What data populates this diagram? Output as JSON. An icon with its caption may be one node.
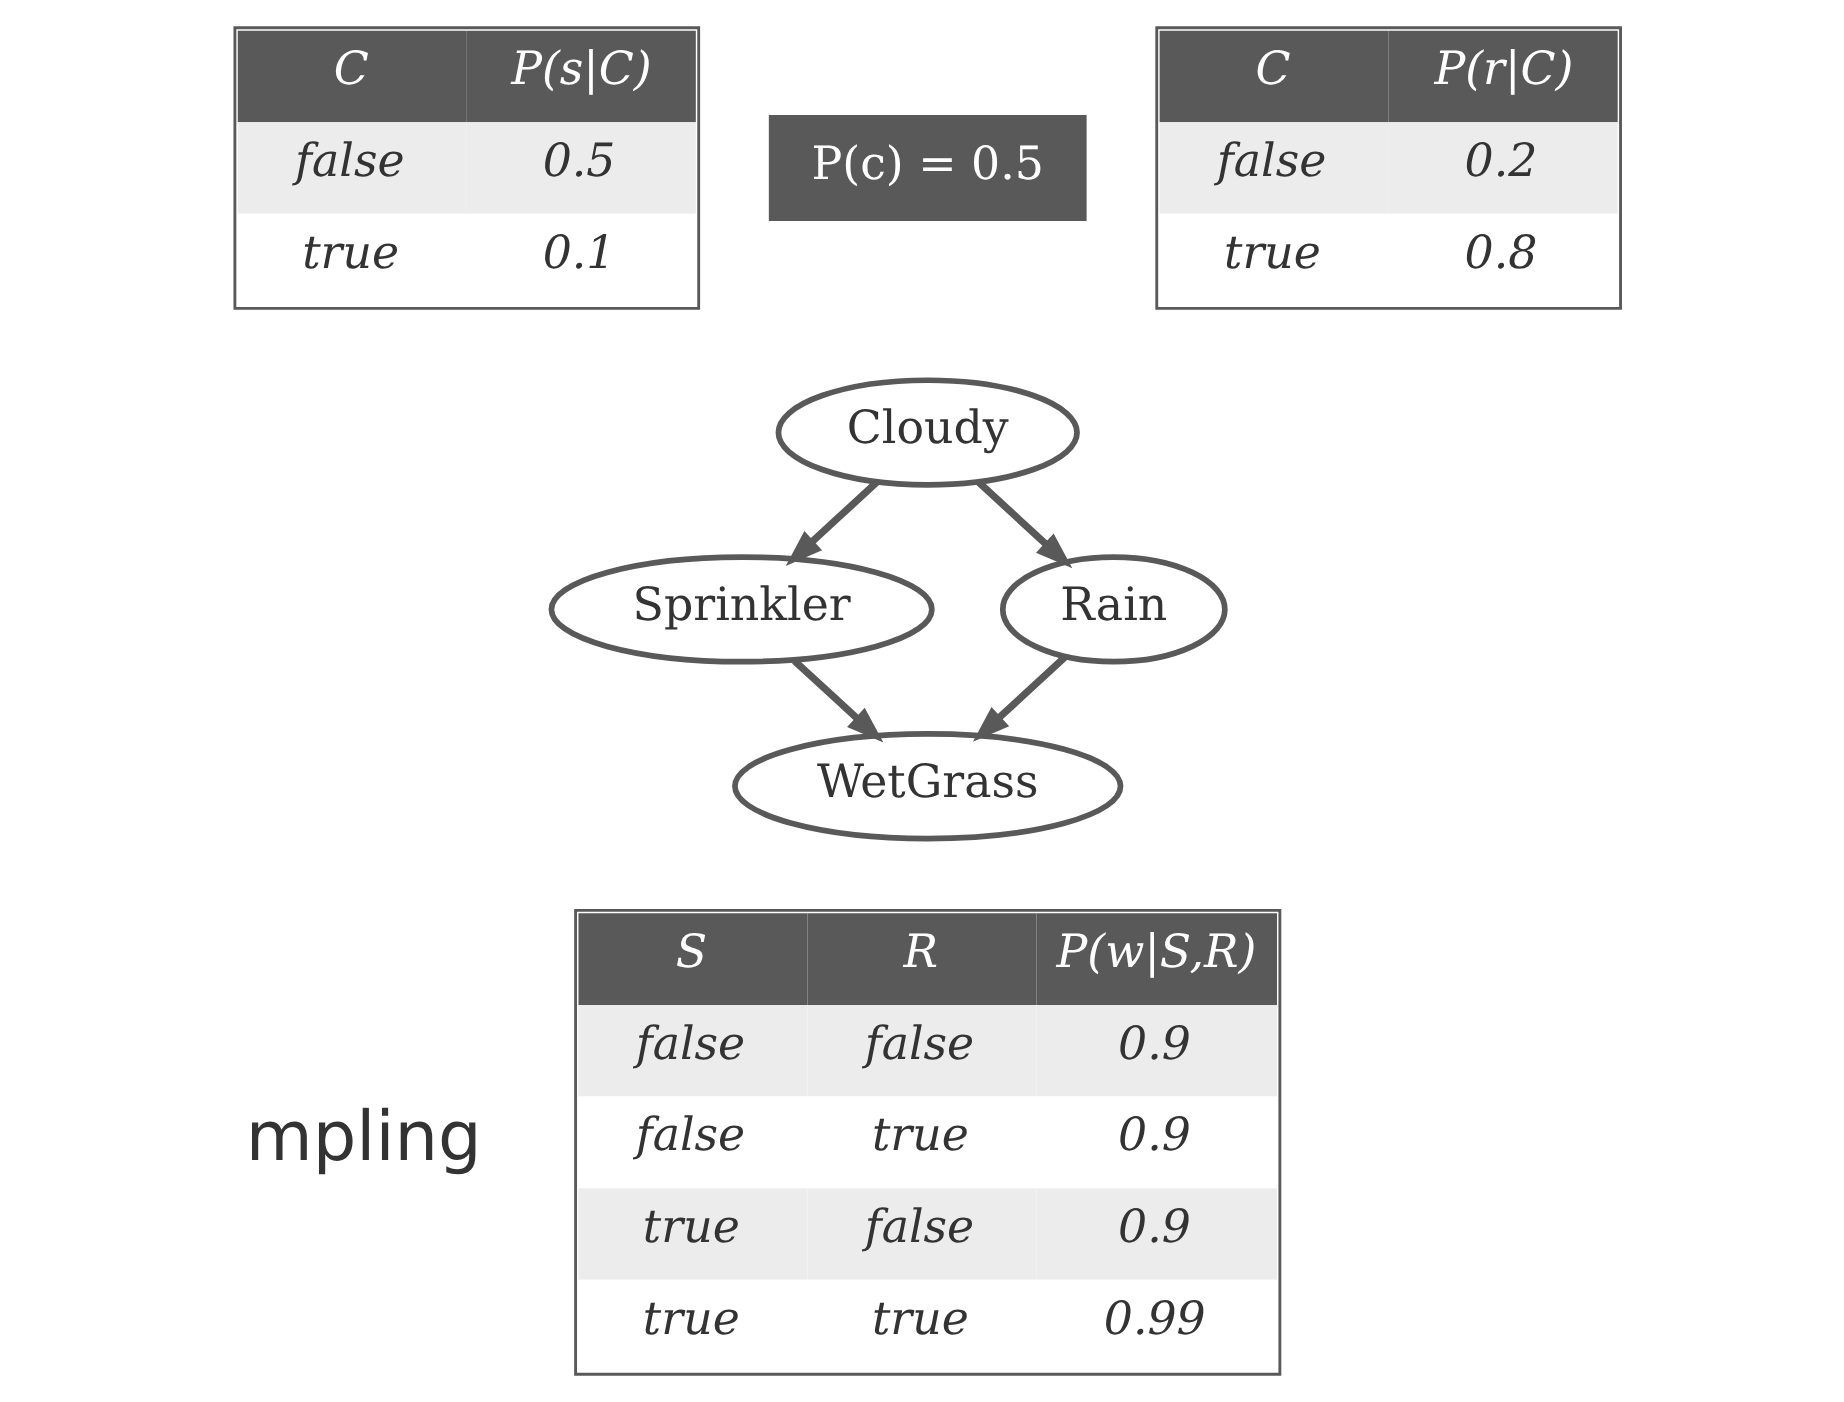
{
  "diagram": {
    "nodes": [
      {
        "text": [
          "C",
          "P(s|C)",
          "false",
          "0.5",
          "true",
          "0.1"
        ]
      },
      {
        "text": [
          "P(c) = 0.5"
        ]
      },
      {
        "text": [
          "C",
          "P(r|C)",
          "false",
          "0.2",
          "true",
          "0.8"
        ]
      },
      {
        "text": [
          "Cloudy"
        ]
      },
      {
        "text": [
          "Sprinkler"
        ]
      },
      {
        "text": [
          "Rain"
        ]
      },
      {
        "text": [
          "WetGrass"
        ]
      },
      {
        "text": [
          "S",
          "R",
          "P(w|S,R)",
          "false",
          "false",
          "0.9",
          "false",
          "true",
          "0.9",
          "true",
          "false",
          "0.9",
          "true",
          "true",
          "0.99"
        ]
      }
    ],
    "edges": [
      {
        "from": 3,
        "to": 4,
        "arrow": "to"
      },
      {
        "from": 3,
        "to": 5,
        "arrow": "to"
      },
      {
        "from": 4,
        "to": 6,
        "arrow": "to"
      },
      {
        "from": 5,
        "to": 6,
        "arrow": "to"
      }
    ],
    "labels": [
      "mpling"
    ]
  }
}
